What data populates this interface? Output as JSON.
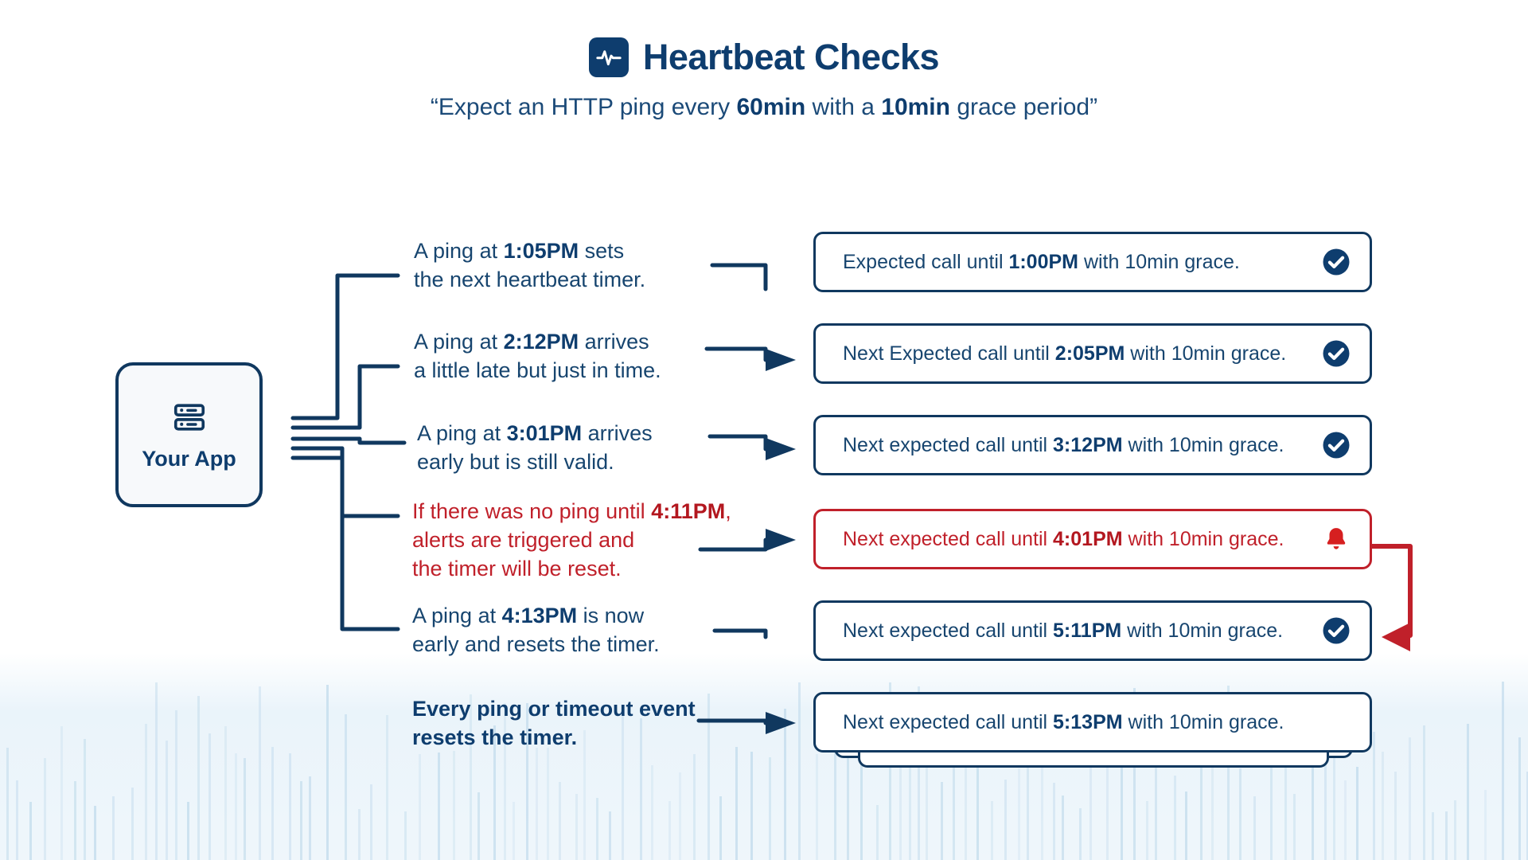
{
  "header": {
    "icon": "heartbeat-pulse-icon",
    "title": "Heartbeat Checks",
    "subtitle_prefix": "“Expect an HTTP ping every ",
    "subtitle_bold_1": "60min",
    "subtitle_mid": " with a ",
    "subtitle_bold_2": "10min",
    "subtitle_suffix": " grace period”"
  },
  "app_node": {
    "icon": "server-icon",
    "label": "Your App"
  },
  "colors": {
    "navy": "#0e3d6e",
    "navy_border": "#10385f",
    "text_blue": "#17456f",
    "alert_red": "#c0202a",
    "card_bg": "#ffffff",
    "page_bg": "#ffffff",
    "band_blue": "#bcd8ea"
  },
  "descriptions": [
    {
      "id": "desc-ping-105",
      "tone": "blue",
      "lines": [
        {
          "pre": "A ping at ",
          "bold": "1:05PM",
          "post": " sets"
        },
        {
          "pre": "the next heartbeat timer.",
          "bold": "",
          "post": ""
        }
      ]
    },
    {
      "id": "desc-ping-212",
      "tone": "blue",
      "lines": [
        {
          "pre": "A ping at ",
          "bold": "2:12PM",
          "post": " arrives"
        },
        {
          "pre": "a little late but just in time.",
          "bold": "",
          "post": ""
        }
      ]
    },
    {
      "id": "desc-ping-301",
      "tone": "blue",
      "lines": [
        {
          "pre": "A ping at ",
          "bold": "3:01PM",
          "post": " arrives"
        },
        {
          "pre": "early but is still valid.",
          "bold": "",
          "post": ""
        }
      ]
    },
    {
      "id": "desc-no-ping-411",
      "tone": "red",
      "lines": [
        {
          "pre": "If there was no ping until ",
          "bold": "4:11PM",
          "post": ","
        },
        {
          "pre": "alerts are triggered and",
          "bold": "",
          "post": ""
        },
        {
          "pre": "the timer will be reset.",
          "bold": "",
          "post": ""
        }
      ]
    },
    {
      "id": "desc-ping-413",
      "tone": "blue",
      "lines": [
        {
          "pre": "A ping at ",
          "bold": "4:13PM",
          "post": " is now"
        },
        {
          "pre": "early and resets the timer.",
          "bold": "",
          "post": ""
        }
      ]
    },
    {
      "id": "desc-reset-note",
      "tone": "strong",
      "lines": [
        {
          "pre": "Every ping or timeout event",
          "bold": "",
          "post": ""
        },
        {
          "pre": "resets the timer.",
          "bold": "",
          "post": ""
        }
      ]
    }
  ],
  "cards": [
    {
      "id": "card-1-00pm",
      "state": "ok",
      "icon": "check-circle-icon",
      "pre": "Expected call until ",
      "time": "1:00PM",
      "post": " with 10min grace."
    },
    {
      "id": "card-2-05pm",
      "state": "ok",
      "icon": "check-circle-icon",
      "pre": "Next Expected call until ",
      "time": "2:05PM",
      "post": " with 10min grace."
    },
    {
      "id": "card-3-12pm",
      "state": "ok",
      "icon": "check-circle-icon",
      "pre": "Next expected call until ",
      "time": "3:12PM",
      "post": " with 10min grace."
    },
    {
      "id": "card-4-01pm",
      "state": "alert",
      "icon": "bell-icon",
      "pre": "Next expected call until ",
      "time": "4:01PM",
      "post": " with 10min grace."
    },
    {
      "id": "card-5-11pm",
      "state": "ok",
      "icon": "check-circle-icon",
      "pre": "Next expected call until ",
      "time": "5:11PM",
      "post": " with 10min grace."
    },
    {
      "id": "card-5-13pm",
      "state": "ok",
      "icon": "none",
      "pre": "Next expected call until ",
      "time": "5:13PM",
      "post": " with 10min grace."
    }
  ]
}
